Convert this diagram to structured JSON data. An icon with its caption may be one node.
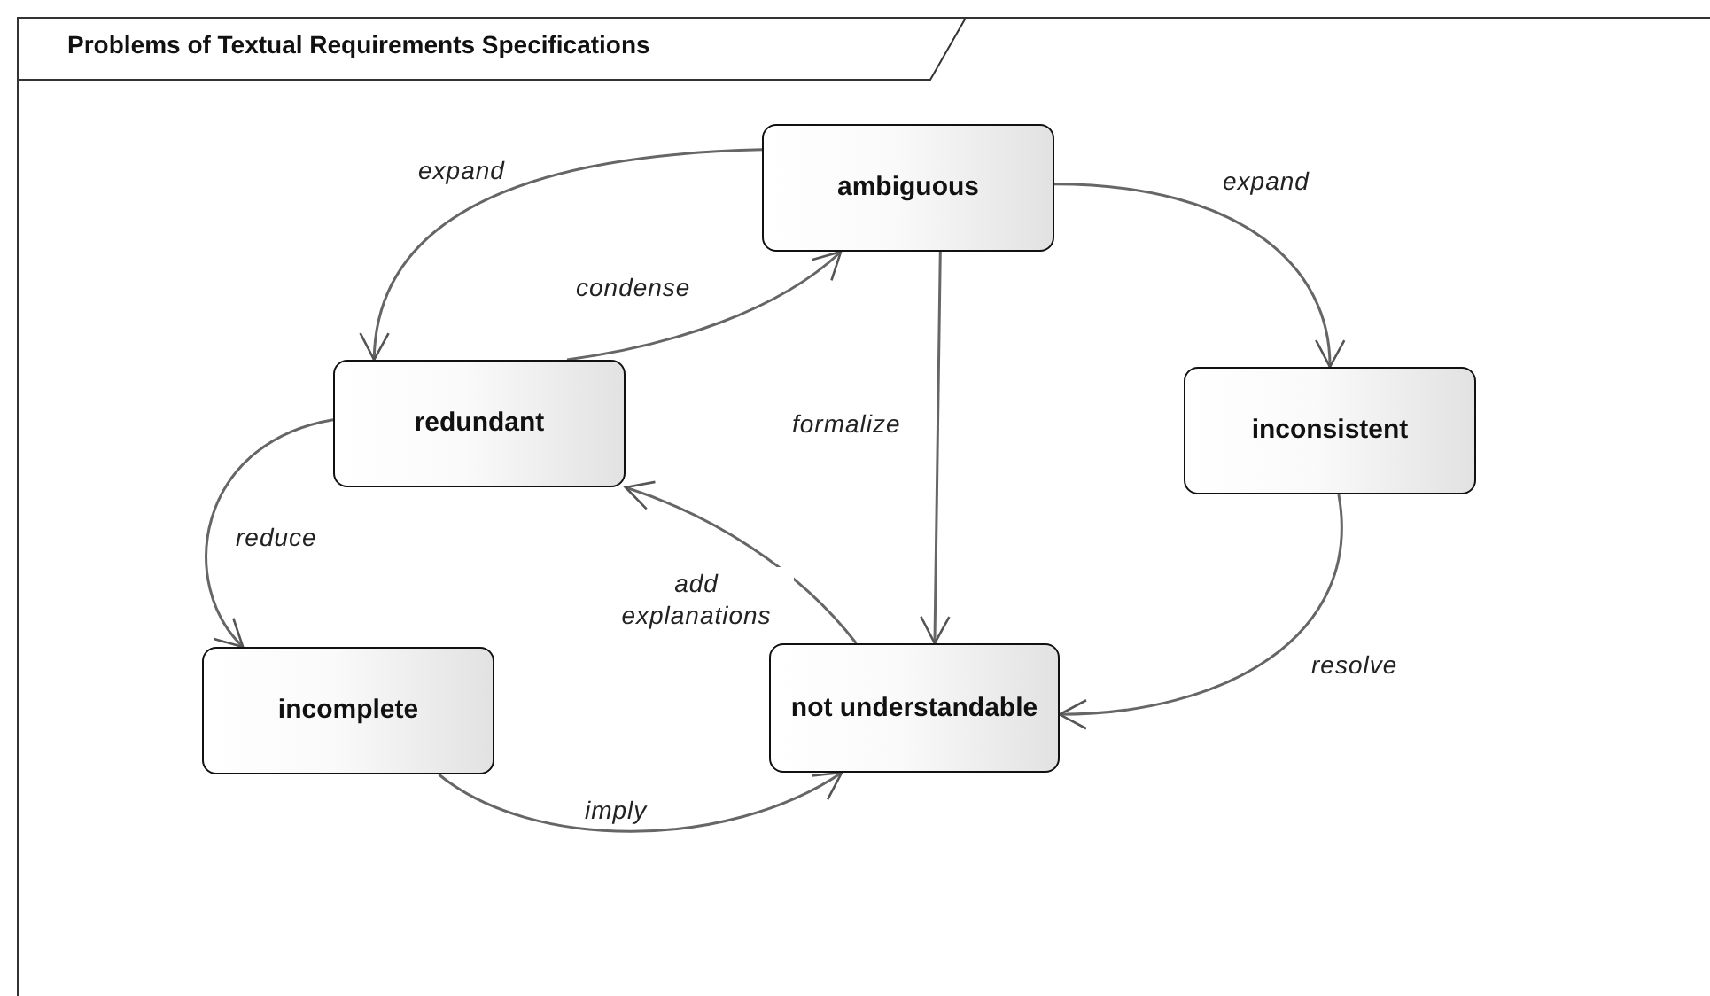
{
  "diagram": {
    "title": "Problems of Textual Requirements Specifications",
    "nodes": [
      {
        "text": [
          "ambiguous"
        ]
      },
      {
        "text": [
          "redundant"
        ]
      },
      {
        "text": [
          "inconsistent"
        ]
      },
      {
        "text": [
          "incomplete"
        ]
      },
      {
        "text": [
          "not understandable"
        ]
      }
    ],
    "edges": [
      {
        "from": 0,
        "to": 1,
        "arrow": "to",
        "label": "expand"
      },
      {
        "from": 1,
        "to": 0,
        "arrow": "to",
        "label": "condense"
      },
      {
        "from": 0,
        "to": 4,
        "arrow": "to",
        "label": "formalize"
      },
      {
        "from": 0,
        "to": 2,
        "arrow": "to",
        "label": "expand"
      },
      {
        "from": 1,
        "to": 3,
        "arrow": "to",
        "label": "reduce"
      },
      {
        "from": 4,
        "to": 1,
        "arrow": "to",
        "label": "add explanations"
      },
      {
        "from": 2,
        "to": 4,
        "arrow": "to",
        "label": "resolve"
      },
      {
        "from": 3,
        "to": 4,
        "arrow": "to",
        "label": "imply"
      }
    ]
  }
}
